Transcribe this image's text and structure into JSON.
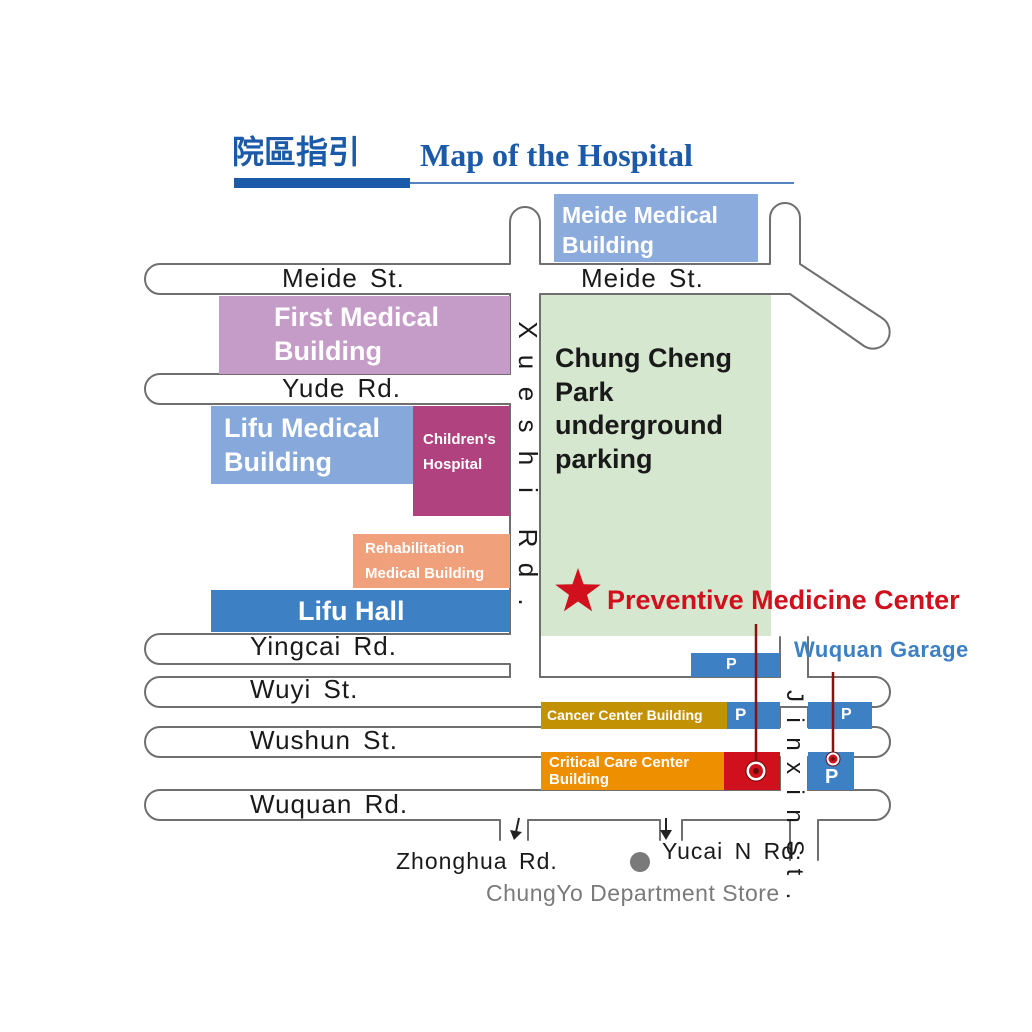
{
  "title": {
    "chinese": "院區指引",
    "english": "Map of the Hospital"
  },
  "colors": {
    "title_blue": "#1b5aa8",
    "meide_building": "#8aabdb",
    "first_building": "#c59bc7",
    "lifu_building": "#86a8da",
    "childrens_hospital": "#b0437f",
    "rehabilitation": "#f0a07a",
    "lifu_hall": "#3e80c4",
    "park": "#d5e8cf",
    "parking": "#3e80c4",
    "cancer_center": "#c29204",
    "critical_care": "#ee8f00",
    "red_marker": "#d0101c",
    "garage_blue": "#3e80c4"
  },
  "roads": {
    "meide_left": "Meide  St.",
    "meide_right": "Meide  St.",
    "yude": "Yude  Rd.",
    "xueshi": [
      "X",
      "u",
      "e",
      "s",
      "h",
      "i",
      "R",
      "d",
      "."
    ],
    "yingcai": "Yingcai  Rd.",
    "wuyi": "Wuyi  St.",
    "wushun": "Wushun  St.",
    "wuquan": "Wuquan  Rd.",
    "jinxin": [
      "J",
      "i",
      "n",
      "x",
      "i",
      "n",
      "S",
      "t",
      "."
    ],
    "zhonghua": "Zhonghua  Rd.",
    "yucai": "Yucai  N  Rd."
  },
  "buildings": {
    "meide": "Meide  Medical Building",
    "first": "First  Medical Building",
    "lifu": "Lifu  Medical Building",
    "childrens": "Children's Hospital",
    "rehab": "Rehabilitation Medical  Building",
    "lifu_hall": "Lifu  Hall",
    "park": "Chung  Cheng Park underground parking",
    "cancer": "Cancer  Center  Building",
    "critical": "Critical  Care  Center Building"
  },
  "markers": {
    "preventive": "Preventive  Medicine  Center",
    "garage": "Wuquan  Garage",
    "parking_symbol": "P",
    "star_icon": "star-icon",
    "pin_icon": "location-pin-icon"
  },
  "landmarks": {
    "dept_store": "ChungYo  Department  Store"
  }
}
